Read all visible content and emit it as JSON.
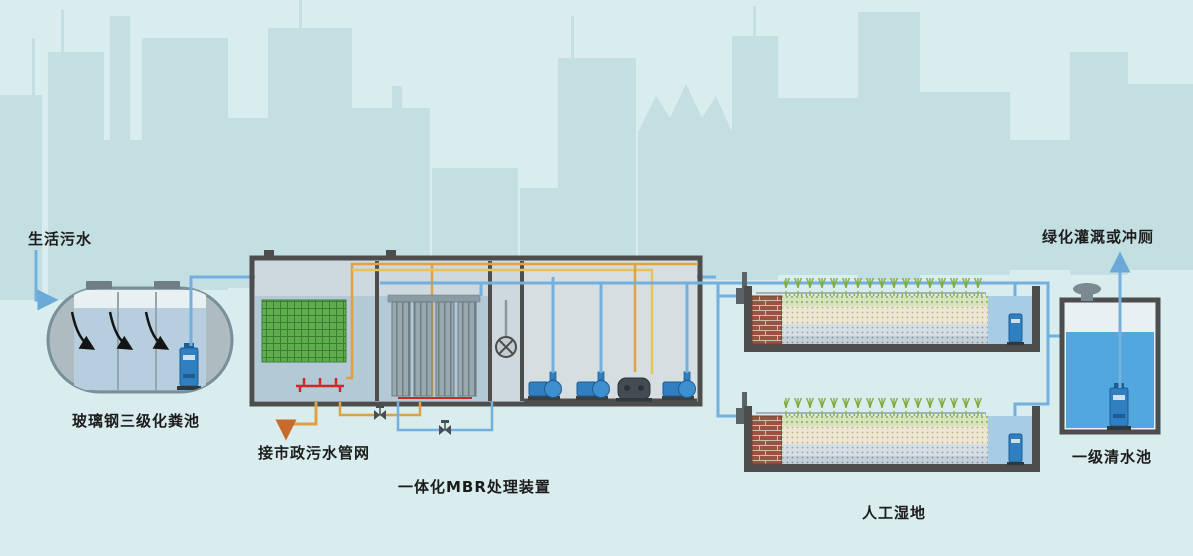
{
  "diagram": {
    "labels": {
      "inflow": "生活污水",
      "septic_tank": "玻璃钢三级化粪池",
      "municipal_network": "接市政污水管网",
      "mbr_unit": "一体化MBR处理装置",
      "constructed_wetland": "人工湿地",
      "clean_water_tank": "一级清水池",
      "reuse": "绿化灌溉或冲厕"
    },
    "colors": {
      "background": "#d9ecee",
      "skyline": "#c3dfe2",
      "structure_gray": "#4d4d4d",
      "water_blue": "#b3c9d6",
      "clean_water_blue": "#52a8de",
      "pipe_blue": "#74b0dd",
      "pipe_orange": "#e0a23f",
      "pipe_yellow": "#e6c25a",
      "pump_blue": "#2f7fc1",
      "media_green": "#5fae4e",
      "brick_red": "#9a5340",
      "plant_green": "#7fae3e",
      "diffuser_red": "#cc2a2a"
    }
  }
}
